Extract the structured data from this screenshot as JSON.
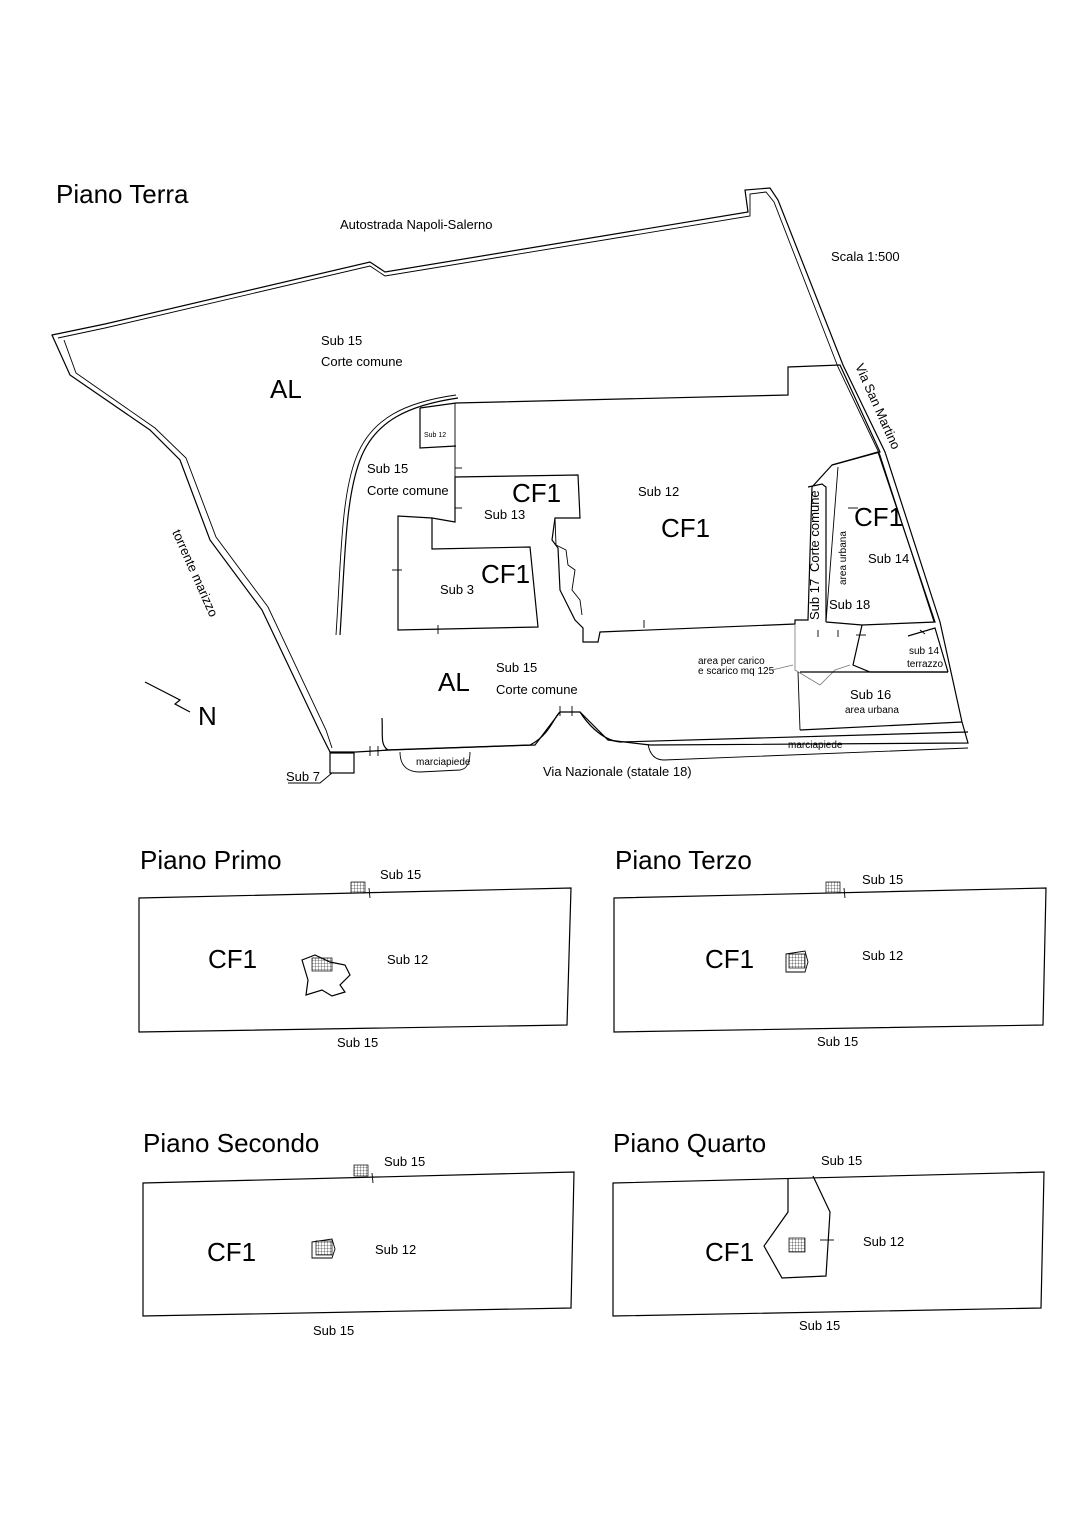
{
  "ground_floor": {
    "title": "Piano Terra",
    "scale": "Scala 1:500",
    "north": "N",
    "roads": {
      "highway": "Autostrada Napoli-Salerno",
      "via_san_martino": "Via San Martino",
      "via_nazionale": "Via Nazionale (statale 18)",
      "torrent": "torrente marizzo"
    },
    "labels": {
      "al_top": "AL",
      "al_bottom": "AL",
      "sub15_top": "Sub 15",
      "corte_top": "Corte comune",
      "sub15_mid": "Sub 15",
      "corte_mid": "Corte comune",
      "sub15_bottom": "Sub 15",
      "corte_bottom": "Corte comune",
      "sub12_small": "Sub 12",
      "cf1_a": "CF1",
      "sub13": "Sub 13",
      "cf1_b": "CF1",
      "sub3": "Sub 3",
      "sub12": "Sub 12",
      "cf1_main": "CF1",
      "sub17": "Sub 17",
      "corte_vertical": "Corte comune",
      "area_urbana_vertical": "area urbana",
      "sub18": "Sub 18",
      "cf1_east": "CF1",
      "sub14": "Sub 14",
      "sub14_terrazzo_1": "sub 14",
      "sub14_terrazzo_2": "terrazzo",
      "carico_1": "area per carico",
      "carico_2": "e scarico mq 125",
      "sub16": "Sub 16",
      "area_urbana_16": "area urbana",
      "marciapiede_left": "marciapiede",
      "marciapiede_right": "marciapiede",
      "sub7": "Sub 7"
    }
  },
  "upper_floors": [
    {
      "key": "primo",
      "title": "Piano Primo",
      "cf": "CF1",
      "sub_in": "Sub 12",
      "sub_top": "Sub 15",
      "sub_bottom": "Sub 15"
    },
    {
      "key": "terzo",
      "title": "Piano Terzo",
      "cf": "CF1",
      "sub_in": "Sub 12",
      "sub_top": "Sub 15",
      "sub_bottom": "Sub 15"
    },
    {
      "key": "secondo",
      "title": "Piano Secondo",
      "cf": "CF1",
      "sub_in": "Sub 12",
      "sub_top": "Sub 15",
      "sub_bottom": "Sub 15"
    },
    {
      "key": "quarto",
      "title": "Piano Quarto",
      "cf": "CF1",
      "sub_in": "Sub 12",
      "sub_top": "Sub 15",
      "sub_bottom": "Sub 15"
    }
  ]
}
